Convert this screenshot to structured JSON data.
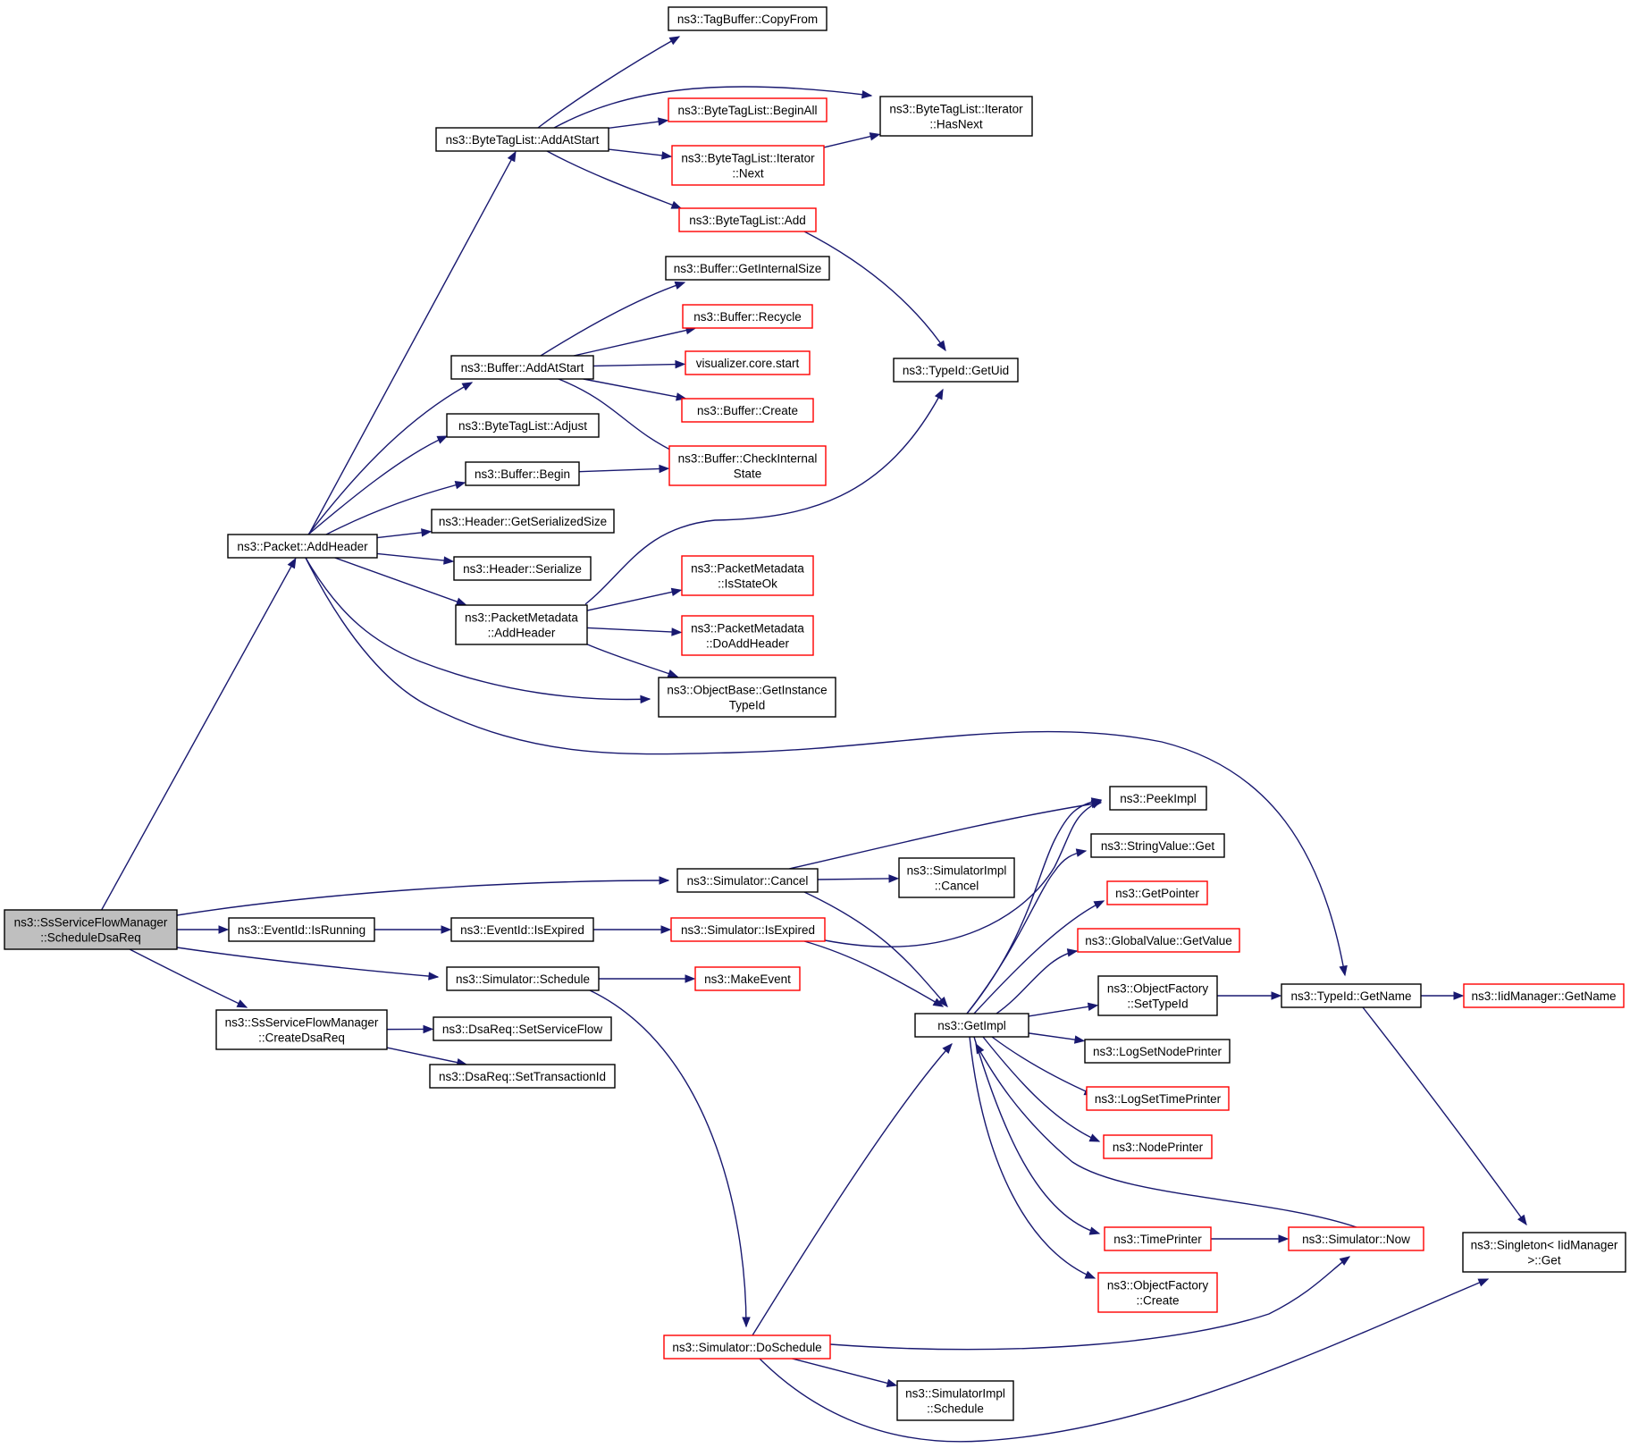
{
  "colors": {
    "edge": "#191970",
    "focus_fill": "#bfbfbf",
    "node_fill": "#ffffff",
    "border_complete": "#000000",
    "border_truncated": "#ff0000"
  },
  "nodes": [
    {
      "id": "root",
      "lines": [
        "ns3::SsServiceFlowManager",
        "::ScheduleDsaReq"
      ],
      "border": "black",
      "focus": true
    },
    {
      "id": "addheader",
      "lines": [
        "ns3::Packet::AddHeader"
      ],
      "border": "black"
    },
    {
      "id": "btl_addatstart",
      "lines": [
        "ns3::ByteTagList::AddAtStart"
      ],
      "border": "black"
    },
    {
      "id": "tagbuffer_copyfrom",
      "lines": [
        "ns3::TagBuffer::CopyFrom"
      ],
      "border": "black"
    },
    {
      "id": "btl_beginall",
      "lines": [
        "ns3::ByteTagList::BeginAll"
      ],
      "border": "red"
    },
    {
      "id": "btl_iter_hasnext",
      "lines": [
        "ns3::ByteTagList::Iterator",
        "::HasNext"
      ],
      "border": "black"
    },
    {
      "id": "btl_iter_next",
      "lines": [
        "ns3::ByteTagList::Iterator",
        "::Next"
      ],
      "border": "red"
    },
    {
      "id": "btl_add",
      "lines": [
        "ns3::ByteTagList::Add"
      ],
      "border": "red"
    },
    {
      "id": "buffer_getinternalsize",
      "lines": [
        "ns3::Buffer::GetInternalSize"
      ],
      "border": "black"
    },
    {
      "id": "buffer_recycle",
      "lines": [
        "ns3::Buffer::Recycle"
      ],
      "border": "red"
    },
    {
      "id": "buffer_addatstart",
      "lines": [
        "ns3::Buffer::AddAtStart"
      ],
      "border": "black"
    },
    {
      "id": "visualizer_start",
      "lines": [
        "visualizer.core.start"
      ],
      "border": "red"
    },
    {
      "id": "buffer_create",
      "lines": [
        "ns3::Buffer::Create"
      ],
      "border": "red"
    },
    {
      "id": "btl_adjust",
      "lines": [
        "ns3::ByteTagList::Adjust"
      ],
      "border": "black"
    },
    {
      "id": "buffer_checkinternalstate",
      "lines": [
        "ns3::Buffer::CheckInternal",
        "State"
      ],
      "border": "red"
    },
    {
      "id": "buffer_begin",
      "lines": [
        "ns3::Buffer::Begin"
      ],
      "border": "black"
    },
    {
      "id": "typeid_getuid",
      "lines": [
        "ns3::TypeId::GetUid"
      ],
      "border": "black"
    },
    {
      "id": "header_getserializedsize",
      "lines": [
        "ns3::Header::GetSerializedSize"
      ],
      "border": "black"
    },
    {
      "id": "header_serialize",
      "lines": [
        "ns3::Header::Serialize"
      ],
      "border": "black"
    },
    {
      "id": "pm_isstateok",
      "lines": [
        "ns3::PacketMetadata",
        "::IsStateOk"
      ],
      "border": "red"
    },
    {
      "id": "pm_addheader",
      "lines": [
        "ns3::PacketMetadata",
        "::AddHeader"
      ],
      "border": "black"
    },
    {
      "id": "pm_doaddheader",
      "lines": [
        "ns3::PacketMetadata",
        "::DoAddHeader"
      ],
      "border": "red"
    },
    {
      "id": "objectbase_getinstancetypeid",
      "lines": [
        "ns3::ObjectBase::GetInstance",
        "TypeId"
      ],
      "border": "black"
    },
    {
      "id": "peekimpl",
      "lines": [
        "ns3::PeekImpl"
      ],
      "border": "black"
    },
    {
      "id": "stringvalue_get",
      "lines": [
        "ns3::StringValue::Get"
      ],
      "border": "black"
    },
    {
      "id": "sim_cancel",
      "lines": [
        "ns3::Simulator::Cancel"
      ],
      "border": "black"
    },
    {
      "id": "simimpl_cancel",
      "lines": [
        "ns3::SimulatorImpl",
        "::Cancel"
      ],
      "border": "black"
    },
    {
      "id": "getpointer",
      "lines": [
        "ns3::GetPointer"
      ],
      "border": "red"
    },
    {
      "id": "eventid_isrunning",
      "lines": [
        "ns3::EventId::IsRunning"
      ],
      "border": "black"
    },
    {
      "id": "eventid_isexpired",
      "lines": [
        "ns3::EventId::IsExpired"
      ],
      "border": "black"
    },
    {
      "id": "sim_isexpired",
      "lines": [
        "ns3::Simulator::IsExpired"
      ],
      "border": "red"
    },
    {
      "id": "globalvalue_getvalue",
      "lines": [
        "ns3::GlobalValue::GetValue"
      ],
      "border": "red"
    },
    {
      "id": "sim_schedule",
      "lines": [
        "ns3::Simulator::Schedule"
      ],
      "border": "black"
    },
    {
      "id": "makeevent",
      "lines": [
        "ns3::MakeEvent"
      ],
      "border": "red"
    },
    {
      "id": "of_settypeid",
      "lines": [
        "ns3::ObjectFactory",
        "::SetTypeId"
      ],
      "border": "black"
    },
    {
      "id": "typeid_getname",
      "lines": [
        "ns3::TypeId::GetName"
      ],
      "border": "black"
    },
    {
      "id": "iidmanager_getname",
      "lines": [
        "ns3::IidManager::GetName"
      ],
      "border": "red"
    },
    {
      "id": "getimpl",
      "lines": [
        "ns3::GetImpl"
      ],
      "border": "black"
    },
    {
      "id": "ssfm_createdsareq",
      "lines": [
        "ns3::SsServiceFlowManager",
        "::CreateDsaReq"
      ],
      "border": "black"
    },
    {
      "id": "dsareq_setserviceflow",
      "lines": [
        "ns3::DsaReq::SetServiceFlow"
      ],
      "border": "black"
    },
    {
      "id": "logsetnodeprinter",
      "lines": [
        "ns3::LogSetNodePrinter"
      ],
      "border": "black"
    },
    {
      "id": "dsareq_settransactionid",
      "lines": [
        "ns3::DsaReq::SetTransactionId"
      ],
      "border": "black"
    },
    {
      "id": "logsettimeprinter",
      "lines": [
        "ns3::LogSetTimePrinter"
      ],
      "border": "red"
    },
    {
      "id": "nodeprinter",
      "lines": [
        "ns3::NodePrinter"
      ],
      "border": "red"
    },
    {
      "id": "timeprinter",
      "lines": [
        "ns3::TimePrinter"
      ],
      "border": "red"
    },
    {
      "id": "sim_now",
      "lines": [
        "ns3::Simulator::Now"
      ],
      "border": "red"
    },
    {
      "id": "singleton_get",
      "lines": [
        "ns3::Singleton< IidManager",
        ">::Get"
      ],
      "border": "black"
    },
    {
      "id": "of_create",
      "lines": [
        "ns3::ObjectFactory",
        "::Create"
      ],
      "border": "red"
    },
    {
      "id": "sim_doschedule",
      "lines": [
        "ns3::Simulator::DoSchedule"
      ],
      "border": "red"
    },
    {
      "id": "simimpl_schedule",
      "lines": [
        "ns3::SimulatorImpl",
        "::Schedule"
      ],
      "border": "black"
    }
  ],
  "edges": [
    {
      "from": "root",
      "to": "addheader"
    },
    {
      "from": "root",
      "to": "sim_cancel"
    },
    {
      "from": "root",
      "to": "eventid_isrunning"
    },
    {
      "from": "root",
      "to": "sim_schedule"
    },
    {
      "from": "root",
      "to": "ssfm_createdsareq"
    },
    {
      "from": "addheader",
      "to": "btl_addatstart"
    },
    {
      "from": "addheader",
      "to": "buffer_addatstart"
    },
    {
      "from": "addheader",
      "to": "btl_adjust"
    },
    {
      "from": "addheader",
      "to": "buffer_begin"
    },
    {
      "from": "addheader",
      "to": "header_getserializedsize"
    },
    {
      "from": "addheader",
      "to": "header_serialize"
    },
    {
      "from": "addheader",
      "to": "pm_addheader"
    },
    {
      "from": "addheader",
      "to": "objectbase_getinstancetypeid"
    },
    {
      "from": "addheader",
      "to": "typeid_getname"
    },
    {
      "from": "btl_addatstart",
      "to": "tagbuffer_copyfrom"
    },
    {
      "from": "btl_addatstart",
      "to": "btl_iter_hasnext"
    },
    {
      "from": "btl_addatstart",
      "to": "btl_beginall"
    },
    {
      "from": "btl_addatstart",
      "to": "btl_iter_next"
    },
    {
      "from": "btl_addatstart",
      "to": "btl_add"
    },
    {
      "from": "btl_iter_next",
      "to": "btl_iter_hasnext"
    },
    {
      "from": "btl_add",
      "to": "typeid_getuid"
    },
    {
      "from": "buffer_addatstart",
      "to": "buffer_getinternalsize"
    },
    {
      "from": "buffer_addatstart",
      "to": "buffer_recycle"
    },
    {
      "from": "buffer_addatstart",
      "to": "visualizer_start"
    },
    {
      "from": "buffer_addatstart",
      "to": "buffer_create"
    },
    {
      "from": "buffer_addatstart",
      "to": "buffer_checkinternalstate"
    },
    {
      "from": "buffer_begin",
      "to": "buffer_checkinternalstate"
    },
    {
      "from": "pm_addheader",
      "to": "typeid_getuid"
    },
    {
      "from": "pm_addheader",
      "to": "pm_isstateok"
    },
    {
      "from": "pm_addheader",
      "to": "pm_doaddheader"
    },
    {
      "from": "pm_addheader",
      "to": "objectbase_getinstancetypeid"
    },
    {
      "from": "sim_cancel",
      "to": "peekimpl"
    },
    {
      "from": "sim_cancel",
      "to": "simimpl_cancel"
    },
    {
      "from": "sim_cancel",
      "to": "getimpl"
    },
    {
      "from": "eventid_isrunning",
      "to": "eventid_isexpired"
    },
    {
      "from": "eventid_isexpired",
      "to": "sim_isexpired"
    },
    {
      "from": "sim_isexpired",
      "to": "peekimpl"
    },
    {
      "from": "sim_isexpired",
      "to": "getimpl"
    },
    {
      "from": "sim_schedule",
      "to": "makeevent"
    },
    {
      "from": "sim_schedule",
      "to": "sim_doschedule"
    },
    {
      "from": "ssfm_createdsareq",
      "to": "dsareq_setserviceflow"
    },
    {
      "from": "ssfm_createdsareq",
      "to": "dsareq_settransactionid"
    },
    {
      "from": "getimpl",
      "to": "peekimpl"
    },
    {
      "from": "getimpl",
      "to": "stringvalue_get"
    },
    {
      "from": "getimpl",
      "to": "getpointer"
    },
    {
      "from": "getimpl",
      "to": "globalvalue_getvalue"
    },
    {
      "from": "getimpl",
      "to": "of_settypeid"
    },
    {
      "from": "getimpl",
      "to": "logsetnodeprinter"
    },
    {
      "from": "getimpl",
      "to": "logsettimeprinter"
    },
    {
      "from": "getimpl",
      "to": "nodeprinter"
    },
    {
      "from": "getimpl",
      "to": "timeprinter"
    },
    {
      "from": "getimpl",
      "to": "of_create"
    },
    {
      "from": "of_settypeid",
      "to": "typeid_getname"
    },
    {
      "from": "typeid_getname",
      "to": "iidmanager_getname"
    },
    {
      "from": "typeid_getname",
      "to": "singleton_get"
    },
    {
      "from": "timeprinter",
      "to": "sim_now"
    },
    {
      "from": "sim_now",
      "to": "getimpl"
    },
    {
      "from": "sim_doschedule",
      "to": "getimpl"
    },
    {
      "from": "sim_doschedule",
      "to": "sim_now"
    },
    {
      "from": "sim_doschedule",
      "to": "simimpl_schedule"
    },
    {
      "from": "sim_doschedule",
      "to": "singleton_get"
    }
  ]
}
